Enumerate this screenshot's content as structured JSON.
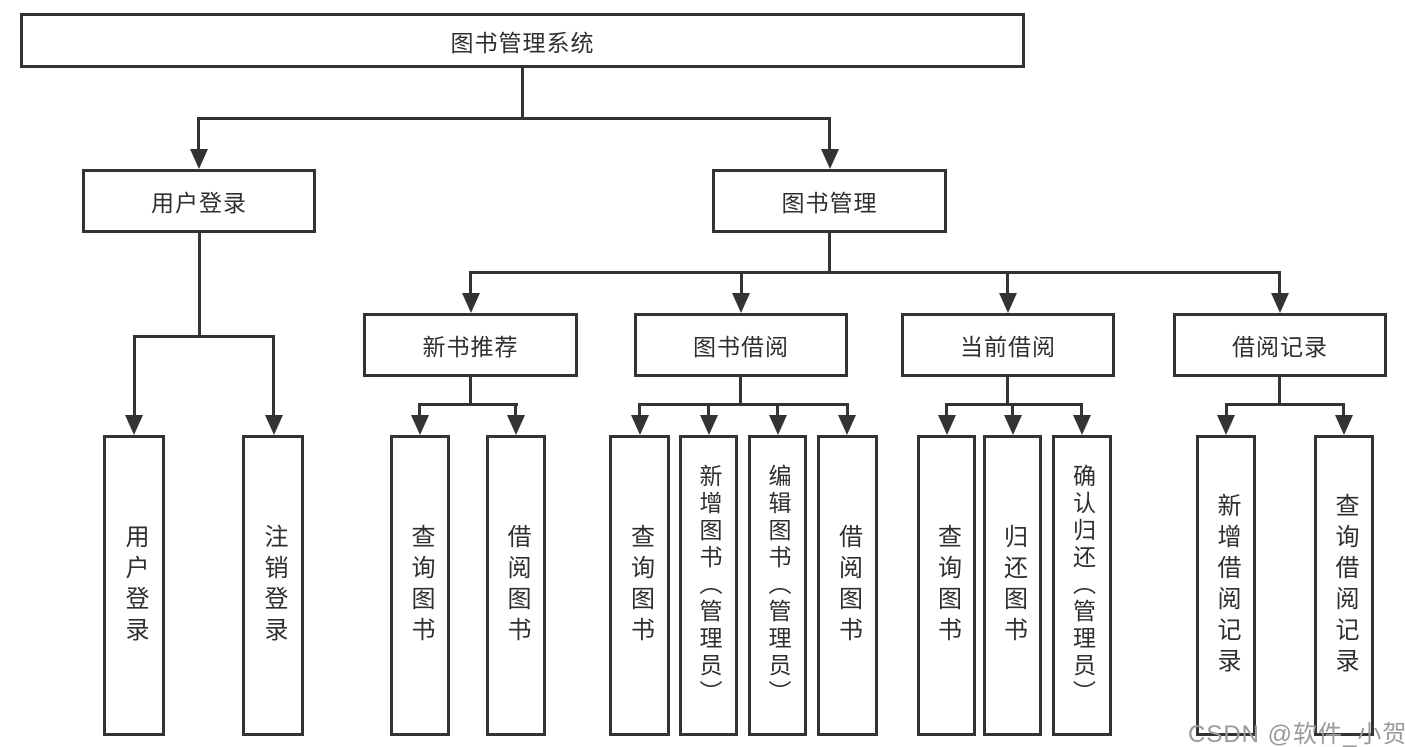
{
  "tree": {
    "root": {
      "label": "图书管理系统"
    },
    "branches": [
      {
        "label": "用户登录",
        "children": [
          {
            "label": "用户登录"
          },
          {
            "label": "注销登录"
          }
        ]
      },
      {
        "label": "图书管理",
        "children": [
          {
            "label": "新书推荐",
            "children": [
              {
                "label": "查询图书"
              },
              {
                "label": "借阅图书"
              }
            ]
          },
          {
            "label": "图书借阅",
            "children": [
              {
                "label": "查询图书"
              },
              {
                "label": "新增图书（管理员）"
              },
              {
                "label": "编辑图书（管理员）"
              },
              {
                "label": "借阅图书"
              }
            ]
          },
          {
            "label": "当前借阅",
            "children": [
              {
                "label": "查询图书"
              },
              {
                "label": "归还图书"
              },
              {
                "label": "确认归还（管理员）"
              }
            ]
          },
          {
            "label": "借阅记录",
            "children": [
              {
                "label": "新增借阅记录"
              },
              {
                "label": "查询借阅记录"
              }
            ]
          }
        ]
      }
    ]
  },
  "watermark": {
    "text": "CSDN @软件_小贺同学"
  },
  "colors": {
    "line": "#333333",
    "text": "#2f2f2f",
    "watermark": "#9a9a9a",
    "background": "#ffffff"
  }
}
